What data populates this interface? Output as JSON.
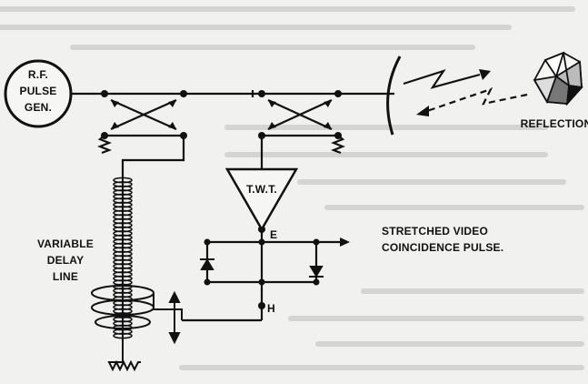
{
  "diagram": {
    "pulse_gen_label": [
      "R.F.",
      "PULSE",
      "GEN."
    ],
    "twt_label": "T.W.T.",
    "reflection_label": "REFLECTION",
    "output_label": [
      "STRETCHED VIDEO",
      "COINCIDENCE PULSE."
    ],
    "delay_line_label": [
      "VARIABLE",
      "DELAY",
      "LINE"
    ],
    "node_e_label": "E",
    "node_h_label": "H"
  },
  "colors": {
    "ink": "#111111",
    "paper": "#f1f1ef",
    "background_text_hint": "#b5b5b5"
  }
}
